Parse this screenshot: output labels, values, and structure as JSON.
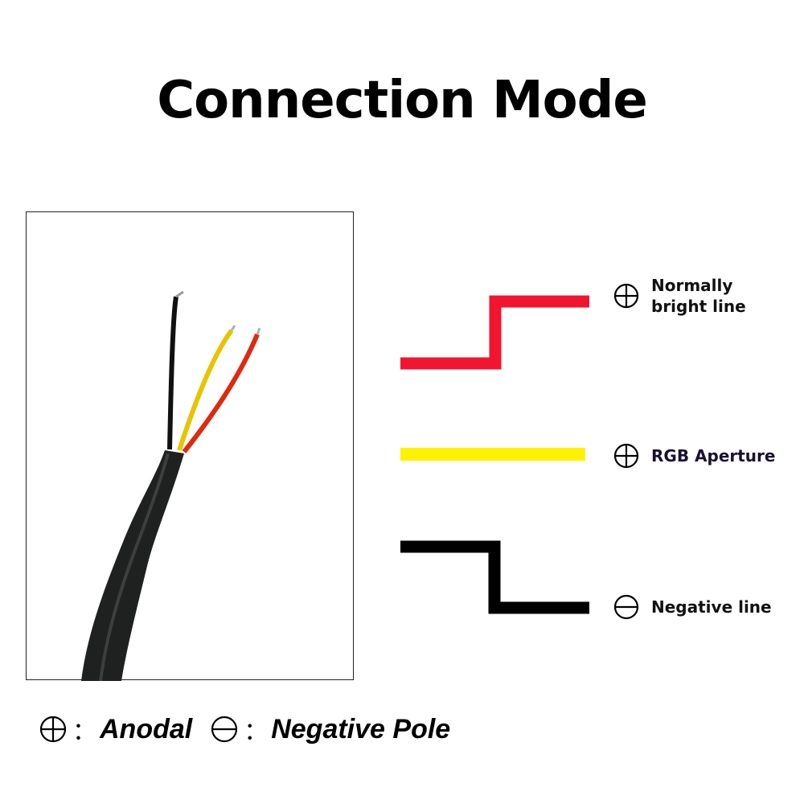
{
  "title": "Connection Mode",
  "wires": [
    {
      "id": "red",
      "color": "#f2152f",
      "symbol": "plus",
      "label_lines": [
        "Normally",
        "bright line"
      ]
    },
    {
      "id": "yellow",
      "color": "#fff200",
      "symbol": "plus",
      "label_lines": [
        "RGB Aperture"
      ]
    },
    {
      "id": "black",
      "color": "#000000",
      "symbol": "minus",
      "label_lines": [
        "Negative line"
      ]
    }
  ],
  "legend": {
    "anodal": "Anodal",
    "negative_pole": "Negative Pole",
    "colon": "："
  }
}
